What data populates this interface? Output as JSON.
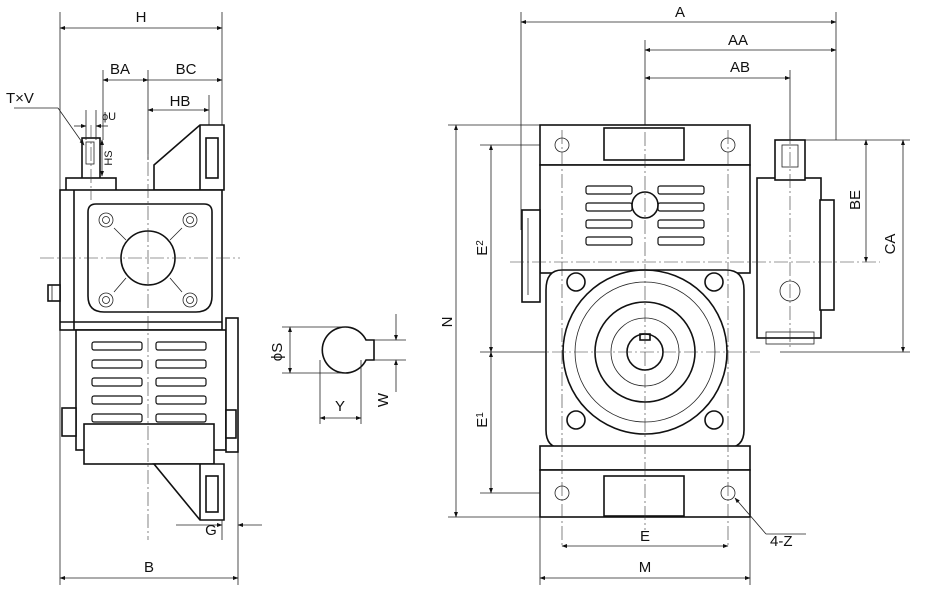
{
  "labels": {
    "H": "H",
    "BA": "BA",
    "BC": "BC",
    "HB": "HB",
    "TxV": "T×V",
    "phiU": "ϕU",
    "HS": "HS",
    "B": "B",
    "G": "G",
    "phiS": "ϕS",
    "Y": "Y",
    "W": "W",
    "A": "A",
    "AA": "AA",
    "AB": "AB",
    "BE": "BE",
    "CA": "CA",
    "N": "N",
    "E2": "E",
    "E2_sub": "2",
    "E1": "E",
    "E1_sub": "1",
    "E": "E",
    "M": "M",
    "Z4": "4-Z"
  }
}
